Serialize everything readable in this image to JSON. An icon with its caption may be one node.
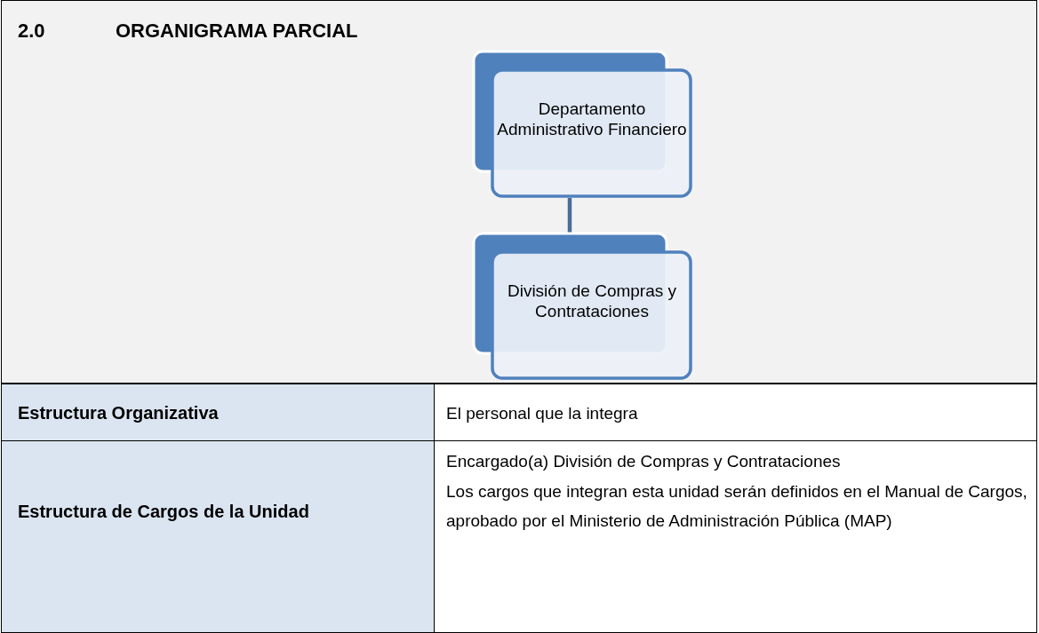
{
  "diagram": {
    "title": "ORGANIGRAMA PARCIAL",
    "nodes": [
      {
        "text": [
          "Departamento Administrativo Financiero"
        ]
      },
      {
        "text": [
          "División de Compras y Contrataciones"
        ]
      }
    ],
    "edges": [
      {
        "from": 0,
        "to": 1,
        "arrow": "none"
      }
    ],
    "labels": [
      "2.0",
      "Estructura Organizativa",
      "El personal que la integra",
      "Estructura de Cargos de la Unidad",
      "Encargado(a) División de Compras y Contrataciones",
      "Los cargos que integran esta unidad serán definidos en el Manual de Cargos, aprobado por el Ministerio de Administración Pública (MAP)"
    ]
  }
}
